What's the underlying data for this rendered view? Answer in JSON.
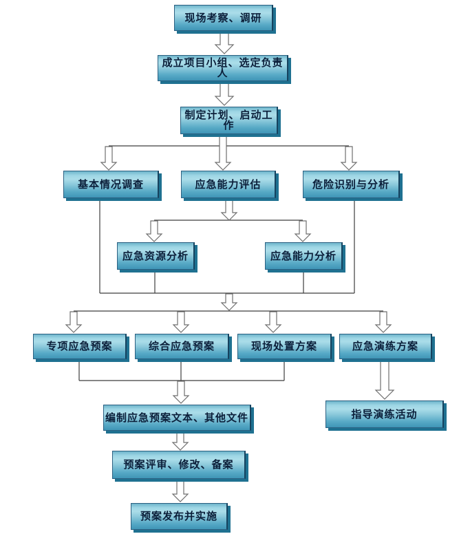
{
  "diagram": {
    "type": "flowchart",
    "background": "#ffffff",
    "colors": {
      "box_gradient_top": "#6fb5cb",
      "box_gradient_light": "#abdde9",
      "box_gradient_bottom": "#3f95b6",
      "box_border": "#2a5f80",
      "box_shadow": "#1f7191",
      "box_text": "#0b1f3a",
      "arrow_fill": "#ffffff",
      "arrow_outline": "#6e6e6e",
      "line": "#3c3c3c"
    },
    "nodes": [
      {
        "id": "n1",
        "label": "现场考察、调研"
      },
      {
        "id": "n2",
        "label": "成立项目小组、选定负责人"
      },
      {
        "id": "n3",
        "label": "制定计划、启动工作"
      },
      {
        "id": "n4",
        "label": "基本情况调查"
      },
      {
        "id": "n5",
        "label": "应急能力评估"
      },
      {
        "id": "n6",
        "label": "危险识别与分析"
      },
      {
        "id": "n7",
        "label": "应急资源分析"
      },
      {
        "id": "n8",
        "label": "应急能力分析"
      },
      {
        "id": "n9",
        "label": "专项应急预案"
      },
      {
        "id": "n10",
        "label": "综合应急预案"
      },
      {
        "id": "n11",
        "label": "现场处置方案"
      },
      {
        "id": "n12",
        "label": "应急演练方案"
      },
      {
        "id": "n13",
        "label": "指导演练活动"
      },
      {
        "id": "n14",
        "label": "编制应急预案文本、其他文件"
      },
      {
        "id": "n15",
        "label": "预案评审、修改、备案"
      },
      {
        "id": "n16",
        "label": "预案发布并实施"
      }
    ],
    "edges": [
      {
        "from": [
          "n1"
        ],
        "to": [
          "n2"
        ]
      },
      {
        "from": [
          "n2"
        ],
        "to": [
          "n3"
        ]
      },
      {
        "from": [
          "n3"
        ],
        "to": [
          "n4",
          "n5",
          "n6"
        ]
      },
      {
        "from": [
          "n5"
        ],
        "to": [
          "n7",
          "n8"
        ]
      },
      {
        "from": [
          "n4",
          "n7",
          "n8",
          "n6"
        ],
        "to": [
          "n9",
          "n10",
          "n11",
          "n12"
        ]
      },
      {
        "from": [
          "n9",
          "n10",
          "n11"
        ],
        "to": [
          "n14"
        ]
      },
      {
        "from": [
          "n12"
        ],
        "to": [
          "n13"
        ]
      },
      {
        "from": [
          "n14"
        ],
        "to": [
          "n15"
        ]
      },
      {
        "from": [
          "n15"
        ],
        "to": [
          "n16"
        ]
      }
    ]
  }
}
